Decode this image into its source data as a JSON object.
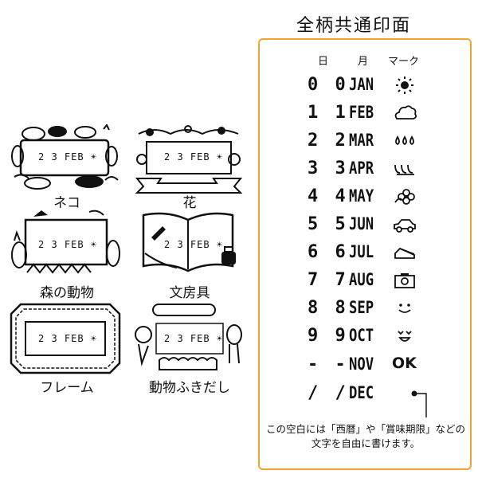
{
  "title": "全柄共通印面",
  "table": {
    "headers": {
      "day": "日",
      "month": "月",
      "mark": "マーク"
    },
    "rows": [
      {
        "day": "0 0",
        "month": "JAN",
        "mark": "sun-icon"
      },
      {
        "day": "1 1",
        "month": "FEB",
        "mark": "cloud-icon"
      },
      {
        "day": "2 2",
        "month": "MAR",
        "mark": "raindrops-icon"
      },
      {
        "day": "3 3",
        "month": "APR",
        "mark": "waves-icon"
      },
      {
        "day": "4 4",
        "month": "MAY",
        "mark": "flower-icon"
      },
      {
        "day": "5 5",
        "month": "JUN",
        "mark": "car-icon"
      },
      {
        "day": "6 6",
        "month": "JUL",
        "mark": "cake-icon"
      },
      {
        "day": "7 7",
        "month": "AUG",
        "mark": "camera-icon"
      },
      {
        "day": "8 8",
        "month": "SEP",
        "mark": "smile-face-icon"
      },
      {
        "day": "9 9",
        "month": "OCT",
        "mark": "happy-face-icon"
      },
      {
        "day": "- -",
        "month": "NOV",
        "mark_text": "OK"
      },
      {
        "day": "/ /",
        "month": "DEC",
        "mark": "blank-dot-icon"
      }
    ]
  },
  "note": "この空白には「西暦」や「賞味期限」などの文字を自由に書けます。",
  "stamps": [
    {
      "label": "ネコ",
      "date": "2 3 FEB ☀"
    },
    {
      "label": "花",
      "date": "2 3 FEB ☀"
    },
    {
      "label": "森の動物",
      "date": "2 3 FEB ☀"
    },
    {
      "label": "文房具",
      "date": "2 3 FEB ☀"
    },
    {
      "label": "フレーム",
      "date": "2 3 FEB ☀"
    },
    {
      "label": "動物ふきだし",
      "date": "2 3 FEB ☀"
    }
  ]
}
